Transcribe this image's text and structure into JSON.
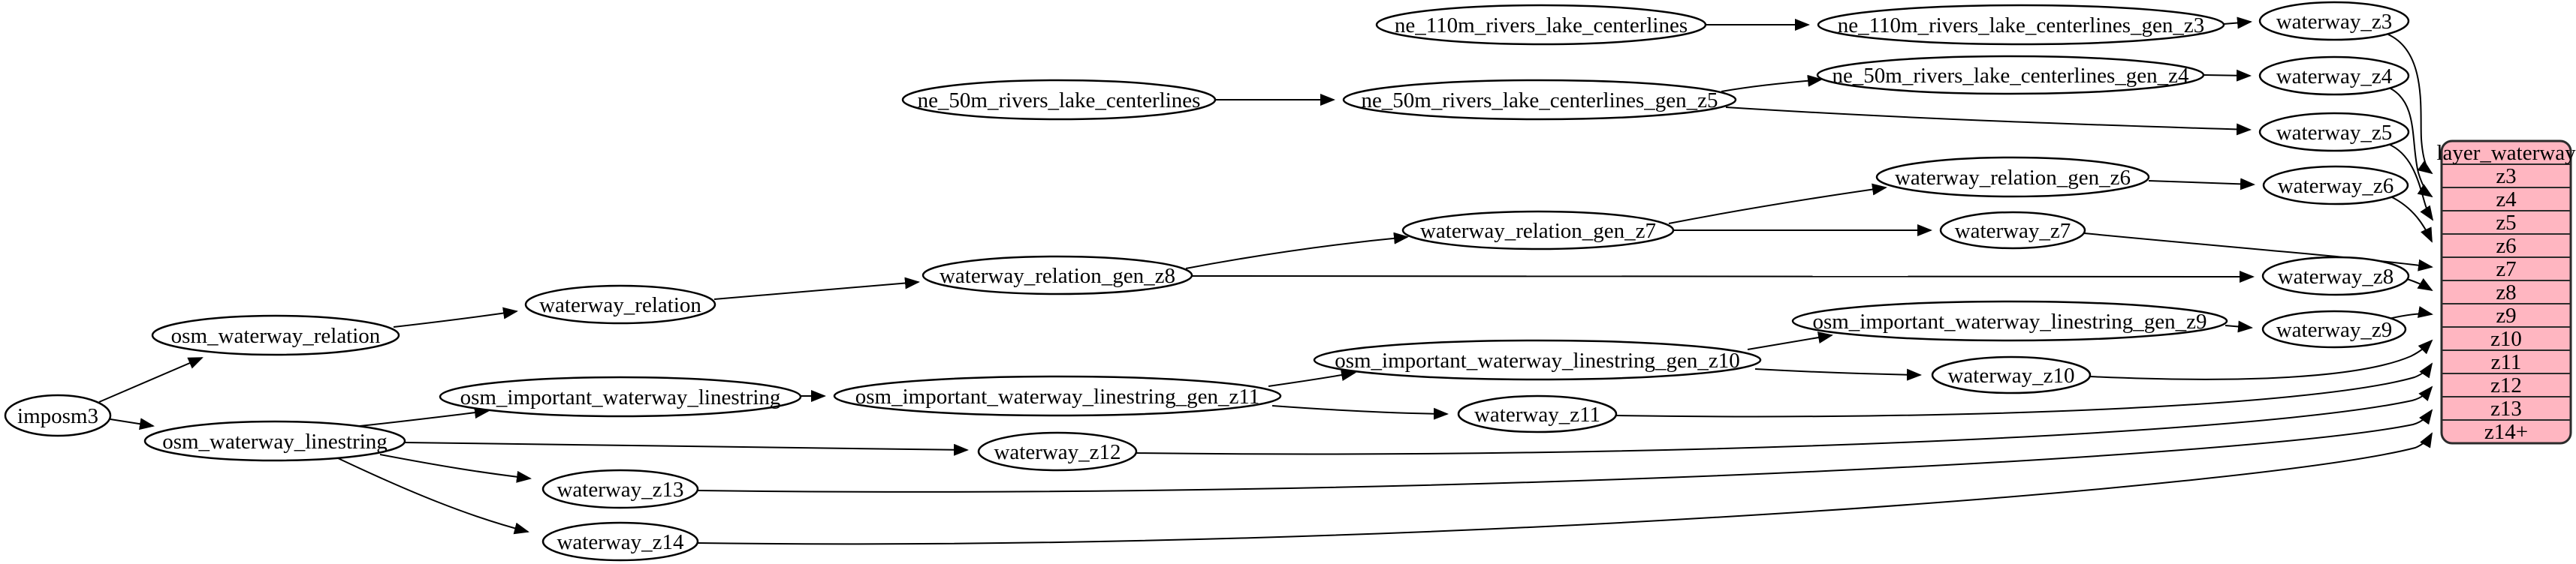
{
  "colors": {
    "background": "#ffffff",
    "node_fill": "#ffffff",
    "node_stroke": "#000000",
    "edge": "#000000",
    "table_fill": "#ffb6c1",
    "table_stroke": "#2b2b2b",
    "text": "#000000"
  },
  "nodes": {
    "imposm3": "imposm3",
    "osm_waterway_relation": "osm_waterway_relation",
    "waterway_relation": "waterway_relation",
    "waterway_relation_gen_z8": "waterway_relation_gen_z8",
    "waterway_relation_gen_z7": "waterway_relation_gen_z7",
    "waterway_relation_gen_z6": "waterway_relation_gen_z6",
    "ne_110m_rivers_lake_centerlines": "ne_110m_rivers_lake_centerlines",
    "ne_110m_rivers_lake_centerlines_gen_z3": "ne_110m_rivers_lake_centerlines_gen_z3",
    "ne_50m_rivers_lake_centerlines": "ne_50m_rivers_lake_centerlines",
    "ne_50m_rivers_lake_centerlines_gen_z5": "ne_50m_rivers_lake_centerlines_gen_z5",
    "ne_50m_rivers_lake_centerlines_gen_z4": "ne_50m_rivers_lake_centerlines_gen_z4",
    "osm_waterway_linestring": "osm_waterway_linestring",
    "osm_important_waterway_linestring": "osm_important_waterway_linestring",
    "osm_important_waterway_linestring_gen_z11": "osm_important_waterway_linestring_gen_z11",
    "osm_important_waterway_linestring_gen_z10": "osm_important_waterway_linestring_gen_z10",
    "osm_important_waterway_linestring_gen_z9": "osm_important_waterway_linestring_gen_z9",
    "waterway_z3": "waterway_z3",
    "waterway_z4": "waterway_z4",
    "waterway_z5": "waterway_z5",
    "waterway_z6": "waterway_z6",
    "waterway_z7": "waterway_z7",
    "waterway_z8": "waterway_z8",
    "waterway_z9": "waterway_z9",
    "waterway_z10": "waterway_z10",
    "waterway_z11": "waterway_z11",
    "waterway_z12": "waterway_z12",
    "waterway_z13": "waterway_z13",
    "waterway_z14": "waterway_z14"
  },
  "table": {
    "title": "layer_waterway",
    "rows": [
      "z3",
      "z4",
      "z5",
      "z6",
      "z7",
      "z8",
      "z9",
      "z10",
      "z11",
      "z12",
      "z13",
      "z14+"
    ]
  }
}
